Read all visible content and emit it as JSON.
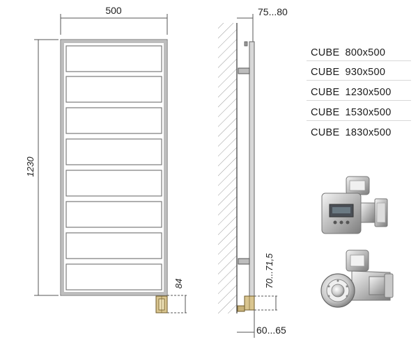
{
  "dimensions": {
    "width": "500",
    "height": "1230",
    "bottom_offset": "84",
    "wall_distance": "75...80",
    "side_offset": "70...71,5",
    "bottom_depth": "60...65"
  },
  "models": [
    {
      "name": "CUBE",
      "size": "800x500"
    },
    {
      "name": "CUBE",
      "size": "930x500"
    },
    {
      "name": "CUBE",
      "size": "1230x500"
    },
    {
      "name": "CUBE",
      "size": "1530x500"
    },
    {
      "name": "CUBE",
      "size": "1830x500"
    }
  ],
  "colors": {
    "frame": "#bdbdbd",
    "line": "#555555",
    "accent_brass": "#c8b27a",
    "text": "#1a1a1a"
  },
  "icons": [
    "heating-element-square-icon",
    "heating-element-round-icon"
  ]
}
